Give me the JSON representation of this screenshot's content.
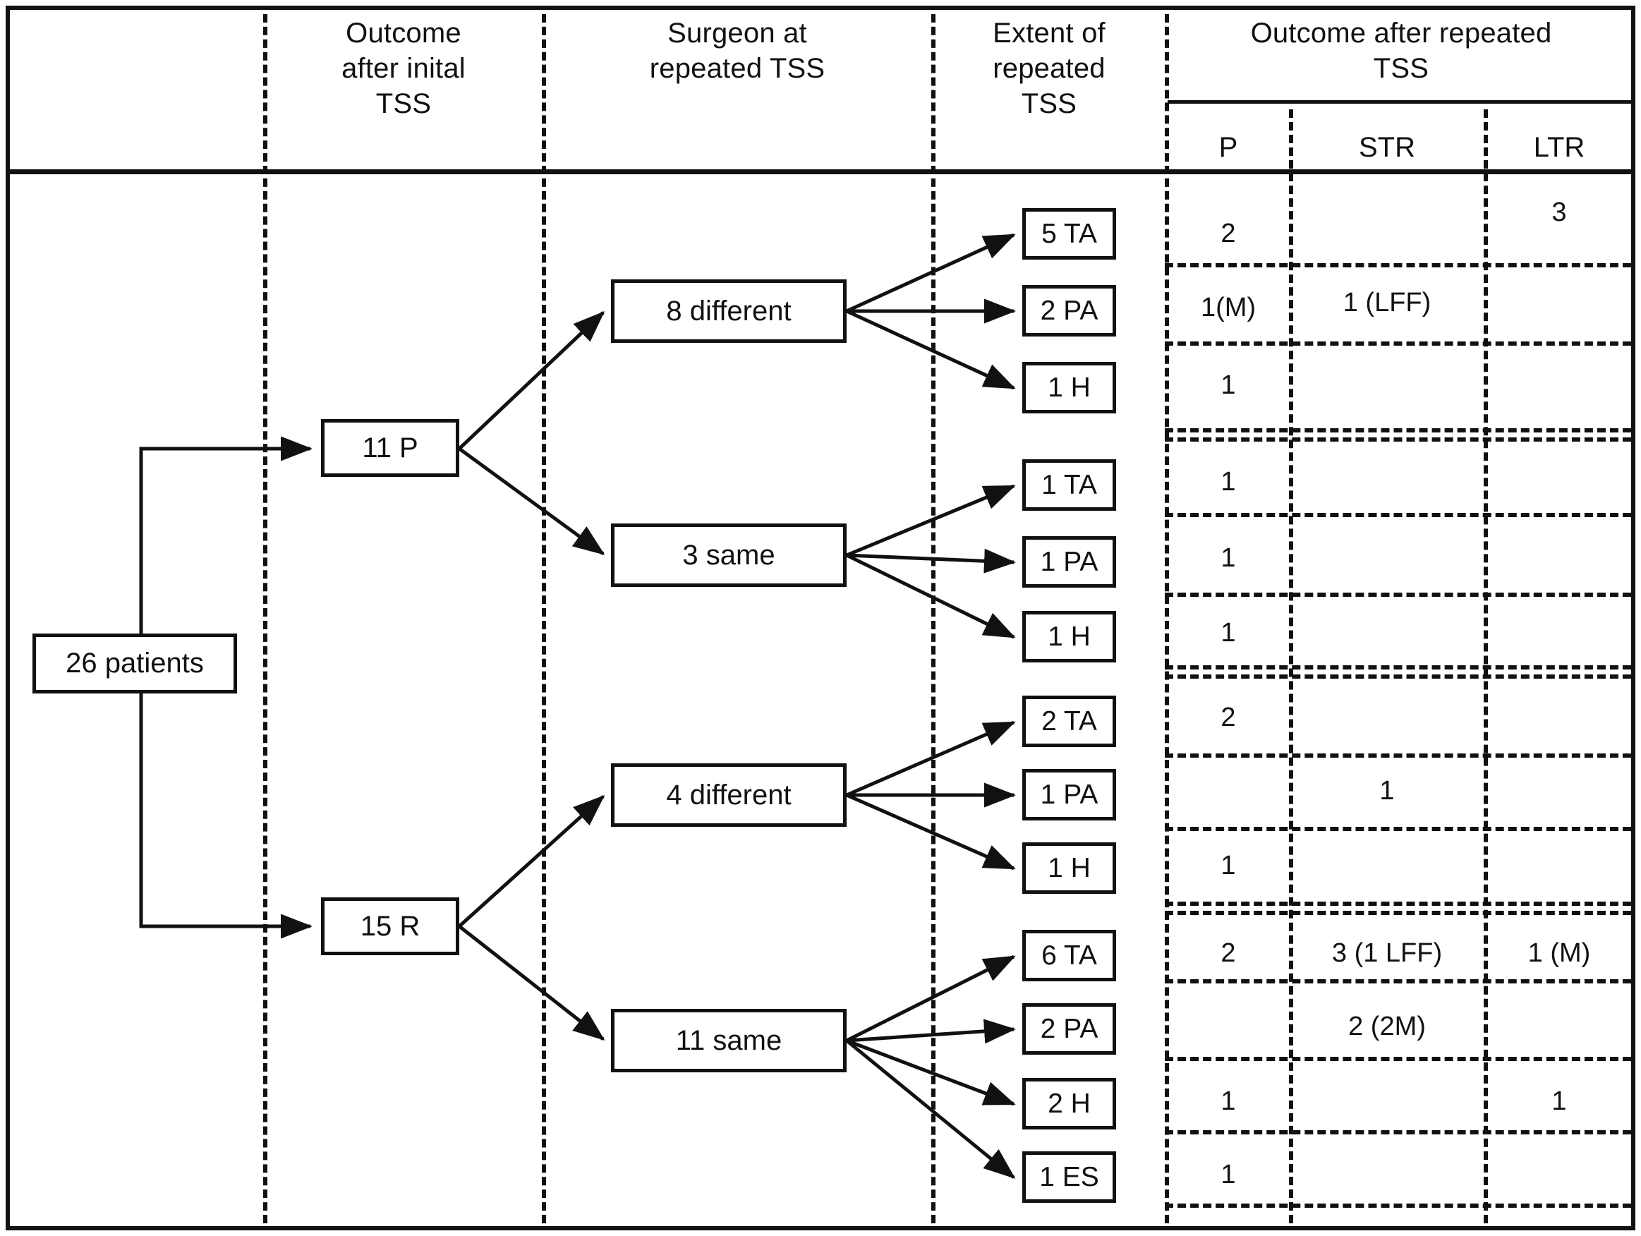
{
  "figure": {
    "title_columns": [
      {
        "id": "col-outcome-initial",
        "label": "Outcome\nafter inital\nTSS",
        "label_lines": [
          "Outcome",
          "after inital",
          "TSS"
        ]
      },
      {
        "id": "col-surgeon",
        "label": "Surgeon at\nrepeated TSS",
        "label_lines": [
          "Surgeon at",
          "repeated TSS"
        ]
      },
      {
        "id": "col-extent",
        "label": "Extent of\nrepeated\nTSS",
        "label_lines": [
          "Extent of",
          "repeated",
          "TSS"
        ]
      },
      {
        "id": "col-outcome-repeated",
        "label": "Outcome after repeated\nTSS",
        "label_lines": [
          "Outcome after repeated",
          "TSS"
        ]
      }
    ],
    "outcome_subheaders": [
      "P",
      "STR",
      "LTR"
    ],
    "root": {
      "label": "26 patients"
    },
    "initial_outcomes": [
      {
        "label": "11 P"
      },
      {
        "label": "15 R"
      }
    ],
    "surgeon_groups": [
      {
        "label": "8 different"
      },
      {
        "label": "3 same"
      },
      {
        "label": "4 different"
      },
      {
        "label": "11 same"
      }
    ],
    "extent_boxes": [
      {
        "label": "5 TA"
      },
      {
        "label": "2 PA"
      },
      {
        "label": "1 H"
      },
      {
        "label": "1 TA"
      },
      {
        "label": "1 PA"
      },
      {
        "label": "1 H"
      },
      {
        "label": "2 TA"
      },
      {
        "label": "1 PA"
      },
      {
        "label": "1 H"
      },
      {
        "label": "6 TA"
      },
      {
        "label": "2 PA"
      },
      {
        "label": "2 H"
      },
      {
        "label": "1 ES"
      }
    ],
    "outcome_rows": [
      {
        "extent": "5 TA",
        "P": "2",
        "STR": "",
        "LTR": "3"
      },
      {
        "extent": "2 PA",
        "P": "1(M)",
        "STR": "1 (LFF)",
        "LTR": ""
      },
      {
        "extent": "1 H",
        "P": "1",
        "STR": "",
        "LTR": ""
      },
      {
        "extent": "1 TA",
        "P": "1",
        "STR": "",
        "LTR": ""
      },
      {
        "extent": "1 PA",
        "P": "1",
        "STR": "",
        "LTR": ""
      },
      {
        "extent": "1 H",
        "P": "1",
        "STR": "",
        "LTR": ""
      },
      {
        "extent": "2 TA",
        "P": "2",
        "STR": "",
        "LTR": ""
      },
      {
        "extent": "1 PA",
        "P": "",
        "STR": "1",
        "LTR": ""
      },
      {
        "extent": "1 H",
        "P": "1",
        "STR": "",
        "LTR": ""
      },
      {
        "extent": "6 TA",
        "P": "2",
        "STR": "3 (1 LFF)",
        "LTR": "1 (M)"
      },
      {
        "extent": "2 PA",
        "P": "",
        "STR": "2 (2M)",
        "LTR": ""
      },
      {
        "extent": "2 H",
        "P": "1",
        "STR": "",
        "LTR": "1"
      },
      {
        "extent": "1 ES",
        "P": "1",
        "STR": "",
        "LTR": ""
      }
    ],
    "colors": {
      "ink": "#111111",
      "paper": "#ffffff"
    }
  }
}
